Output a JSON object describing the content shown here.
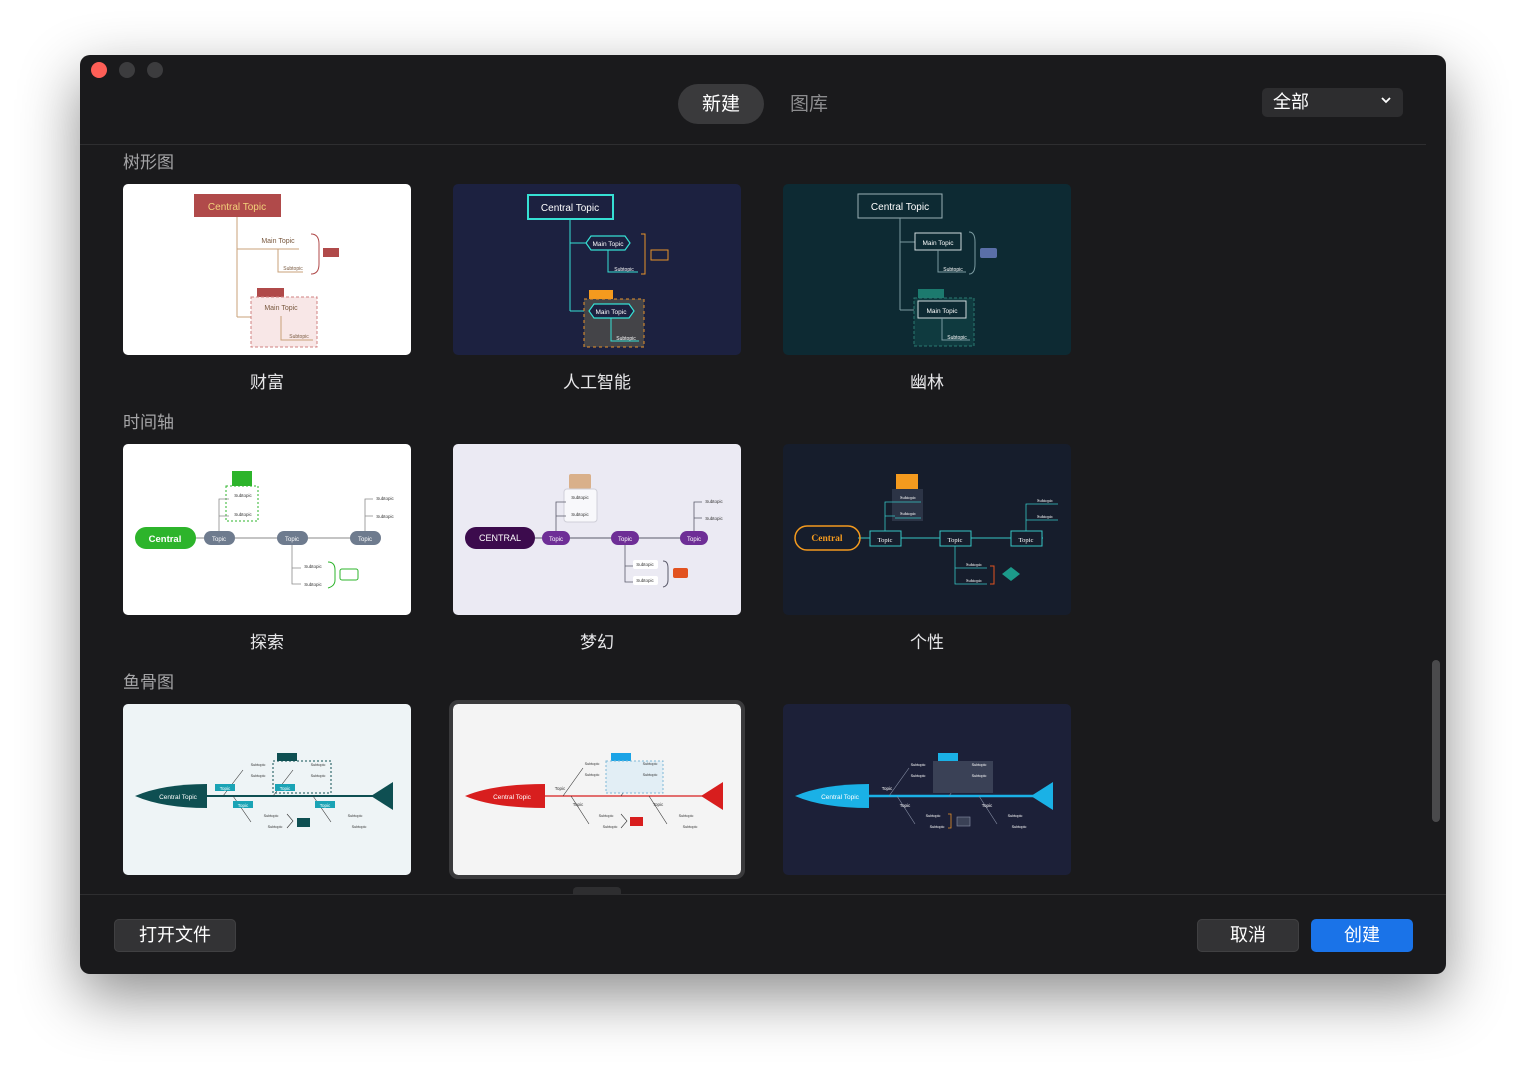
{
  "tabs": {
    "new_label": "新建",
    "library_label": "图库"
  },
  "filter": {
    "selected": "全部"
  },
  "sections": {
    "tree": {
      "title": "树形图"
    },
    "timeline": {
      "title": "时间轴"
    },
    "fishbone": {
      "title": "鱼骨图"
    }
  },
  "templates": {
    "wealth": {
      "name": "财富",
      "central": "Central Topic",
      "main": "Main Topic",
      "sub": "Subtopic",
      "accent": "#b04a4a"
    },
    "ai": {
      "name": "人工智能",
      "central": "Central Topic",
      "main": "Main Topic",
      "sub": "Subtopic",
      "accent": "#36e0d4"
    },
    "forest": {
      "name": "幽林",
      "central": "Central Topic",
      "main": "Main Topic",
      "sub": "Subtopic",
      "accent": "#1c7a6e"
    },
    "explore": {
      "name": "探索",
      "central": "Central",
      "topic": "Topic",
      "sub": "Subtopic",
      "accent": "#2db42b"
    },
    "dream": {
      "name": "梦幻",
      "central": "CENTRAL",
      "topic": "Topic",
      "sub": "Subtopic",
      "accent": "#6e2e96"
    },
    "personal": {
      "name": "个性",
      "central": "Central",
      "topic": "Topic",
      "sub": "Subtopic",
      "accent": "#f49a1e"
    },
    "fish1": {
      "central": "Central Topic",
      "topic": "Topic",
      "sub": "Subtopic",
      "accent": "#0e4f52"
    },
    "fish2": {
      "central": "Central Topic",
      "topic": "Topic",
      "sub": "Subtopic",
      "accent": "#d81e1e"
    },
    "fish3": {
      "central": "Central Topic",
      "topic": "Topic",
      "sub": "Subtopic",
      "accent": "#1ab1e6"
    }
  },
  "footer": {
    "open_label": "打开文件",
    "cancel_label": "取消",
    "create_label": "创建"
  },
  "colors": {
    "window_bg": "#1a1a1c",
    "primary": "#1a73e8",
    "close": "#fe5f57"
  }
}
